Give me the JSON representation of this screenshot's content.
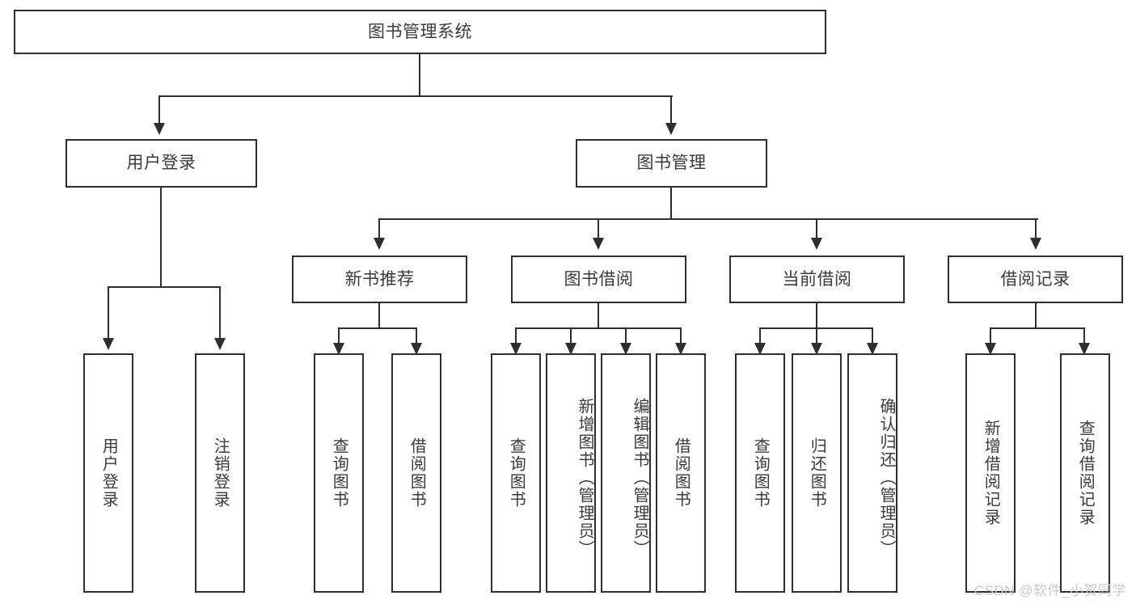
{
  "diagram": {
    "title": "图书管理系统",
    "type": "tree-hierarchy-chart",
    "root": {
      "label": "图书管理系统"
    },
    "level1": [
      {
        "label": "用户登录"
      },
      {
        "label": "图书管理"
      }
    ],
    "level2": [
      {
        "label": "新书推荐"
      },
      {
        "label": "图书借阅"
      },
      {
        "label": "当前借阅"
      },
      {
        "label": "借阅记录"
      }
    ],
    "leaves": {
      "user_login": [
        {
          "label": "用户登录"
        },
        {
          "label": "注销登录"
        }
      ],
      "new_book_recommend": [
        {
          "label": "查询图书"
        },
        {
          "label": "借阅图书"
        }
      ],
      "book_borrow": [
        {
          "label": "查询图书"
        },
        {
          "label": "新增图书（管理员）"
        },
        {
          "label": "编辑图书（管理员）"
        },
        {
          "label": "借阅图书"
        }
      ],
      "current_borrow": [
        {
          "label": "查询图书"
        },
        {
          "label": "归还图书"
        },
        {
          "label": "确认归还（管理员）"
        }
      ],
      "borrow_record": [
        {
          "label": "新增借阅记录"
        },
        {
          "label": "查询借阅记录"
        }
      ]
    }
  },
  "watermark": {
    "text": "CSDN @软件_小贺同学"
  },
  "colors": {
    "stroke": "#2e2e2e",
    "text": "#3a3a3a",
    "background": "#ffffff",
    "watermark": "#c9c9c9"
  }
}
